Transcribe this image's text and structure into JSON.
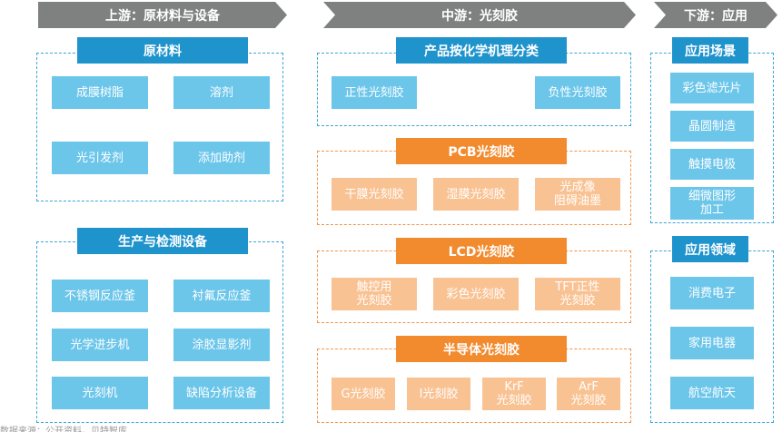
{
  "stages": {
    "upstream": "上游：原材料与设备",
    "midstream": "中游：光刻胶",
    "downstream": "下游：应用"
  },
  "upstream": {
    "materials": {
      "title": "原材料",
      "items": [
        "成膜树脂",
        "溶剂",
        "光引发剂",
        "添加助剂"
      ]
    },
    "equipment": {
      "title": "生产与检测设备",
      "items": [
        "不锈钢反应釜",
        "衬氟反应釜",
        "光学进步机",
        "涂胶显影剂",
        "光刻机",
        "缺陷分析设备"
      ]
    }
  },
  "midstream": {
    "classification": {
      "title": "产品按化学机理分类",
      "items": [
        "正性光刻胶",
        "负性光刻胶"
      ]
    },
    "pcb": {
      "title": "PCB光刻胶",
      "items": [
        "干膜光刻胶",
        "湿膜光刻胶",
        "光成像\n阻碍油墨"
      ]
    },
    "lcd": {
      "title": "LCD光刻胶",
      "items": [
        "触控用\n光刻胶",
        "彩色光刻胶",
        "TFT正性\n光刻胶"
      ]
    },
    "semiconductor": {
      "title": "半导体光刻胶",
      "items": [
        "G光刻胶",
        "I光刻胶",
        "KrF\n光刻胶",
        "ArF\n光刻胶"
      ]
    }
  },
  "downstream": {
    "scenarios": {
      "title": "应用场景",
      "items": [
        "彩色滤光片",
        "晶圆制造",
        "触摸电极",
        "细微图形\n加工"
      ]
    },
    "fields": {
      "title": "应用领域",
      "items": [
        "消费电子",
        "家用电器",
        "航空航天"
      ]
    }
  },
  "source": "数据来源：公开资料，贝特智库"
}
